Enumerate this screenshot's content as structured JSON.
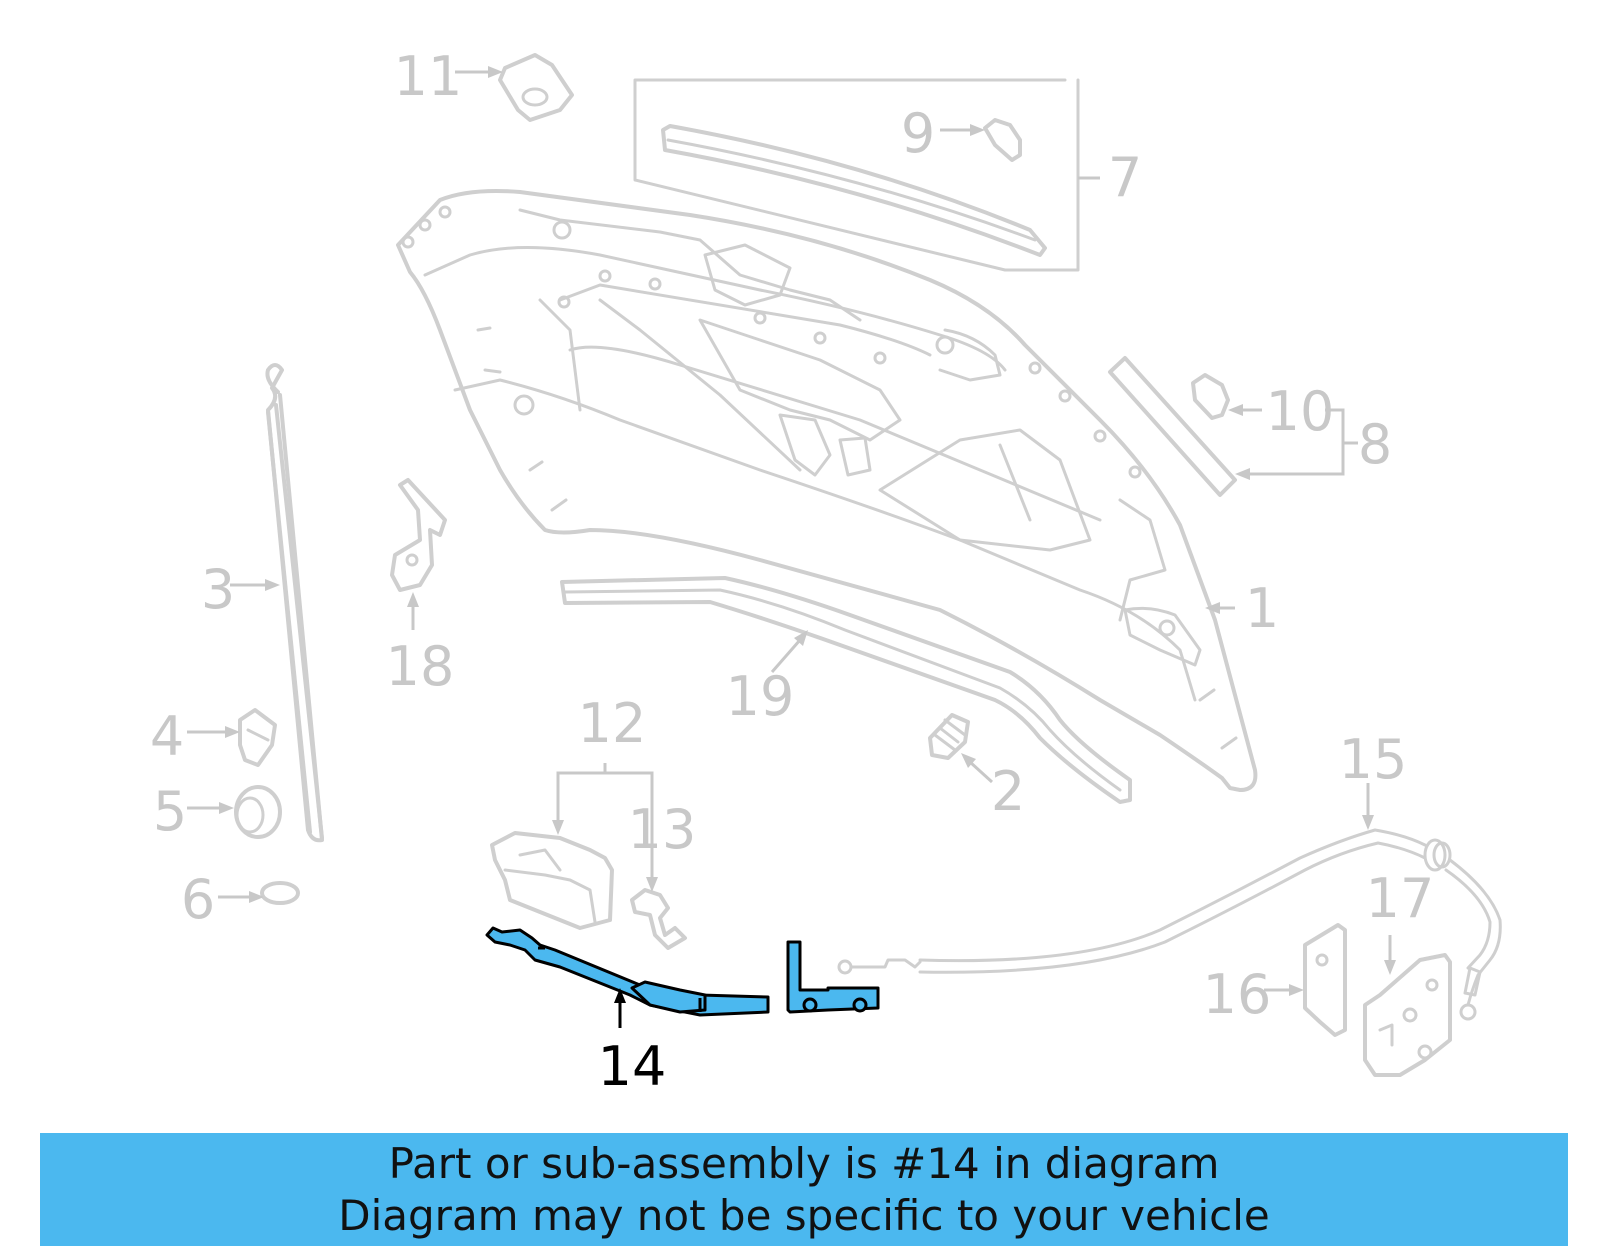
{
  "diagram": {
    "highlight_color": "#4bb8ef",
    "part_color": "#cfcfcf",
    "callouts": [
      {
        "id": "1",
        "label": "1"
      },
      {
        "id": "2",
        "label": "2"
      },
      {
        "id": "3",
        "label": "3"
      },
      {
        "id": "4",
        "label": "4"
      },
      {
        "id": "5",
        "label": "5"
      },
      {
        "id": "6",
        "label": "6"
      },
      {
        "id": "7",
        "label": "7"
      },
      {
        "id": "8",
        "label": "8"
      },
      {
        "id": "9",
        "label": "9"
      },
      {
        "id": "10",
        "label": "10"
      },
      {
        "id": "11",
        "label": "11"
      },
      {
        "id": "12",
        "label": "12"
      },
      {
        "id": "13",
        "label": "13"
      },
      {
        "id": "14",
        "label": "14",
        "highlighted": true
      },
      {
        "id": "15",
        "label": "15"
      },
      {
        "id": "16",
        "label": "16"
      },
      {
        "id": "17",
        "label": "17"
      },
      {
        "id": "18",
        "label": "18"
      },
      {
        "id": "19",
        "label": "19"
      }
    ]
  },
  "banner": {
    "line1": "Part or sub-assembly is #14 in diagram",
    "line2": "Diagram may not be specific to your vehicle",
    "background": "#4bb8ef"
  }
}
